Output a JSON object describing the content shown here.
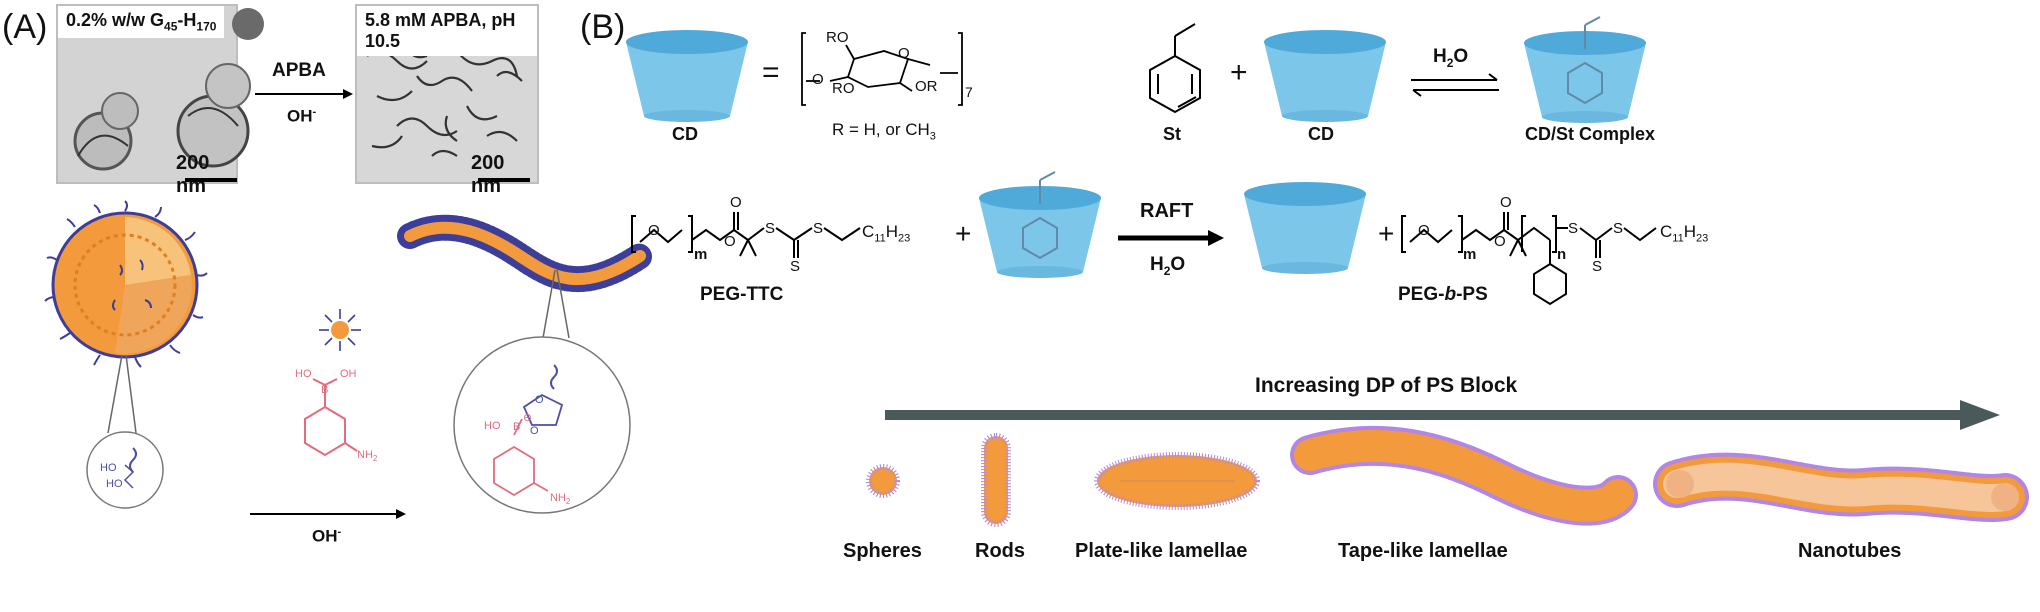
{
  "panel_a": {
    "label": "(A)",
    "tem_left": {
      "caption": "0.2% w/w G",
      "sub1": "45",
      "mid": "-H",
      "sub2": "170",
      "scale": "200 nm"
    },
    "tem_right": {
      "caption": "5.8 mM APBA, pH 10.5",
      "scale": "200 nm"
    },
    "arrow_top_reagent": "APBA",
    "arrow_top_condition": "OH",
    "arrow_top_condition_sup": "-",
    "arrow_bottom_condition": "OH",
    "arrow_bottom_condition_sup": "-",
    "apba_labels": {
      "ho1": "HO",
      "ho2": "OH",
      "b": "B",
      "nh2": "NH",
      "nh2_sub": "2"
    },
    "diol_labels": {
      "ho": "HO",
      "ho2": "HO"
    },
    "boronate_labels": {
      "ho": "HO",
      "b": "B",
      "minus": "⊖",
      "o1": "O",
      "o2": "O",
      "nh2": "NH",
      "nh2_sub": "2"
    }
  },
  "panel_b": {
    "label": "(B)",
    "equals": "=",
    "cd_label": "CD",
    "glucose_labels": {
      "ro_top": "RO",
      "ro_left": "RO",
      "o_ring": "O",
      "or_right": "OR",
      "o_left": "O",
      "sub7": "7"
    },
    "r_definition": "R = H, or CH",
    "r_definition_sub": "3",
    "styrene_label": "St",
    "plus1": "+",
    "cd_label2": "CD",
    "solvent": "H",
    "solvent_sub": "2",
    "solvent_tail": "O",
    "complex_label": "CD/St Complex",
    "peg_ttc": {
      "label": "PEG-TTC",
      "m": "m",
      "c11": "C",
      "c11_sub": "11",
      "c11_h": "H",
      "c11_hsub": "23",
      "o1": "O",
      "o2": "O",
      "o3": "O",
      "s1": "S",
      "s2": "S",
      "s3": "S"
    },
    "plus2": "+",
    "raft_label": "RAFT",
    "raft_solvent": "H",
    "raft_solvent_sub": "2",
    "raft_solvent_tail": "O",
    "plus3": "+",
    "peg_b_ps": {
      "label_pre": "PEG-",
      "label_b": "b",
      "label_post": "-PS",
      "m": "m",
      "n": "n",
      "c11": "C",
      "c11_sub": "11",
      "c11_h": "H",
      "c11_hsub": "23",
      "o1": "O",
      "o2": "O",
      "o3": "O",
      "s1": "S",
      "s2": "S",
      "s3": "S"
    },
    "trend_label": "Increasing DP of PS Block",
    "morphologies": [
      "Spheres",
      "Rods",
      "Plate-like lamellae",
      "Tape-like lamellae",
      "Nanotubes"
    ],
    "colors": {
      "cup_fill": "#7cc6ea",
      "cup_top": "#4fa9d9",
      "micelle_core": "#f5a04a",
      "corona": "#8a7be0",
      "arrow": "#4a5a5a",
      "boronic": "#e26b7f",
      "diol": "#4e4fa3"
    }
  }
}
